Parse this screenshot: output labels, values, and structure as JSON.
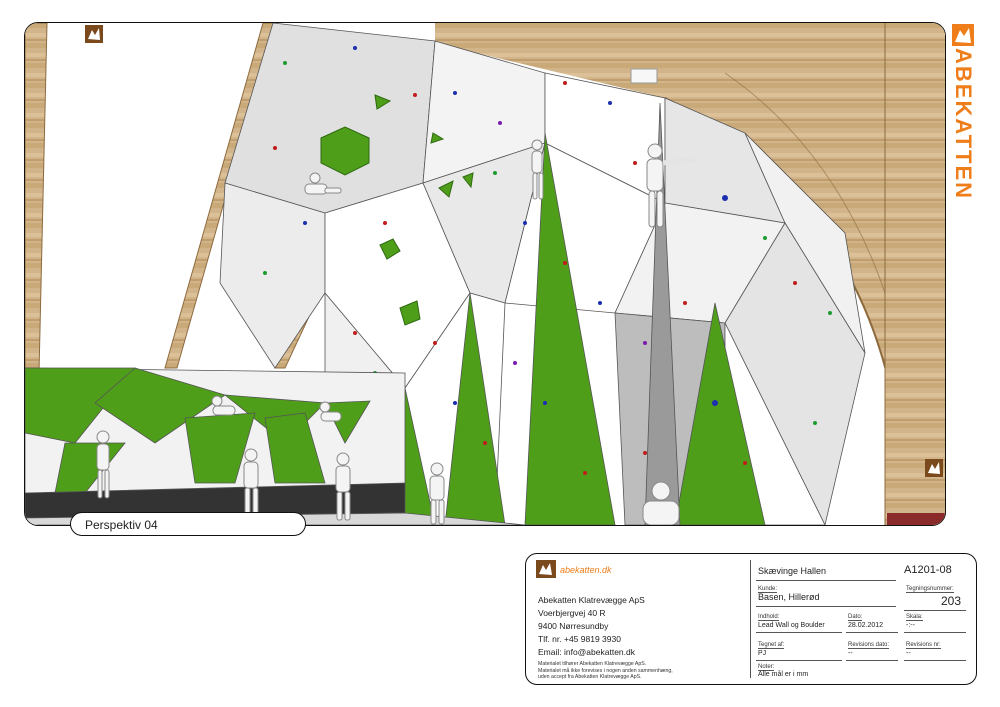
{
  "view": {
    "label": "Perspektiv 04"
  },
  "brand": {
    "name": "ABEKATTEN",
    "web": "abekatten.dk",
    "accent": "#ee7d1a",
    "wall_green": "#4f9e1a"
  },
  "title_block": {
    "project": "Skævinge Hallen",
    "drawing_code": "A1201-08",
    "company": {
      "name": "Abekatten Klatrevægge ApS",
      "street": "Voerbjergvej 40 R",
      "city": "9400 Nørresundby",
      "phone": "Tlf. nr.  +45 9819 3930",
      "email": "Email: info@abekatten.dk"
    },
    "disclaimer": [
      "Materialet tilhører Abekatten Klatrevægge ApS.",
      "Materialet må ikke forevises i nogen anden sammenhæng,",
      "uden accept fra Abekatten Klatrevægge ApS."
    ],
    "fields": {
      "kunde": {
        "label": "Kunde:",
        "value": "Basen, Hillerød"
      },
      "tegningsnummer": {
        "label": "Tegningsnummer:",
        "value": "203"
      },
      "indhold": {
        "label": "Indhold:",
        "value": "Lead Wall og Boulder"
      },
      "dato": {
        "label": "Dato:",
        "value": "28.02.2012"
      },
      "skala": {
        "label": "Skala:",
        "value": "-:--"
      },
      "tegnet_af": {
        "label": "Tegnet af:",
        "value": "PJ"
      },
      "revisions_dato": {
        "label": "Revisions dato:",
        "value": "--"
      },
      "revisions_nr": {
        "label": "Revisions nr:",
        "value": "--"
      },
      "noter": {
        "label": "Noter:",
        "value": "Alle mål er i mm"
      }
    }
  }
}
